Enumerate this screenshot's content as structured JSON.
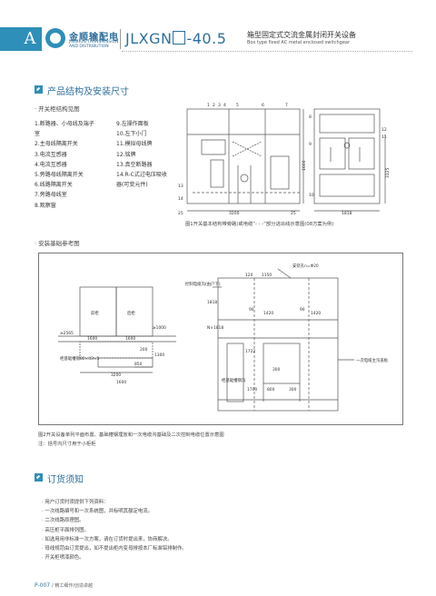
{
  "header": {
    "section_letter": "A",
    "logo_cn": "金顺输配电",
    "logo_en": "JINSHUN TRANSMISSION AND DISTRIBUTION",
    "model_prefix": "JLXGN",
    "model_suffix": "-40.5",
    "product_cn": "箱型固定式交流金属封闭开关设备",
    "product_en": "Box type fixed AC metal enclosed switchgear"
  },
  "section1": {
    "title": "产品结构及安装尺寸",
    "subtitle": "· 开关柜结构见图",
    "parts_left": [
      "1.断路器、小母线及端子",
      "室",
      "2.主母线隔离开关",
      "3.电流互感器",
      "4.电流互感器",
      "5.旁路母线隔离开关",
      "6.线路隔离开关",
      "7.旁路母线室",
      "8.观察窗"
    ],
    "parts_right": [
      "9.左操作面板",
      "10.左下小门",
      "11.模拟母线牌",
      "12.铭牌",
      "13.真空断路器",
      "14.R-C式过电压吸收",
      "器(可变元件)"
    ],
    "figure_caption": "图1开关基本结构带旁路(或电缆“- - -”部分进出线示意图(08方案为例)",
    "dims": {
      "width_total": "3200",
      "left_gap": "25",
      "right_gap": "25",
      "front_width": "1818",
      "height": "3125",
      "inner_height": "1600",
      "callouts_top": [
        "1",
        "2",
        "3",
        "4",
        "5",
        "6",
        "7"
      ],
      "callouts_side": [
        "8",
        "9",
        "10",
        "11",
        "12",
        "13",
        "14"
      ]
    }
  },
  "section2": {
    "subtitle": "· 安装基础参考图",
    "labels": {
      "front_room": "前柜",
      "rear_room": "后柜",
      "dim_1600a": "1600",
      "dim_1600b": "1600",
      "dim_2565": "≥2565",
      "dim_1000": "≥1000",
      "dim_3200": "3200",
      "dim_1600c": "1600",
      "dim_850": "850",
      "dim_1300": "1300",
      "dim_200": "200",
      "base_note": "柜基础槽钢80×43×5",
      "install_hole": "安装孔n=Φ20",
      "cable_trench": "控制电缆沟(由户下)",
      "dim_120": "120",
      "dim_1150": "1150",
      "dim_90a": "90",
      "dim_1420a": "1420",
      "dim_90b": "90",
      "dim_1420b": "1420",
      "dim_1818": "1818",
      "dim_1722": "1722",
      "dim_300": "300",
      "dim_1700": "1700",
      "dim_800": "800",
      "dim_300b": "300",
      "main_cable": "一次电缆主沟盖板",
      "second_trench": "柜基础槽钢沟",
      "nx1818": "N×1818"
    },
    "caption_1": "图2开关设备单列平面布置、基础槽钢埋放和一次电缆沟基础及二次控制电缆位置示意图",
    "caption_2": "注：括号内尺寸用于小柜柜"
  },
  "section3": {
    "title": "订货须知",
    "items": [
      "· 用户订货时须提供下列资料：",
      "· 一次线路编号和一次系统图，并标明其额定电流。",
      "· 二次线路原理图。",
      "· 高压柜平面排列图。",
      "· 如选用用非标准一次方案，请在订货时提出来，协商解决。",
      "· 母线规范由订货提出，如不提出柜内变母排按本厂标准铝排制作。",
      "· 开关柜喷漆颜色。"
    ]
  },
  "footer": {
    "page": "P-007",
    "text": "精工细作/创造卓越"
  }
}
